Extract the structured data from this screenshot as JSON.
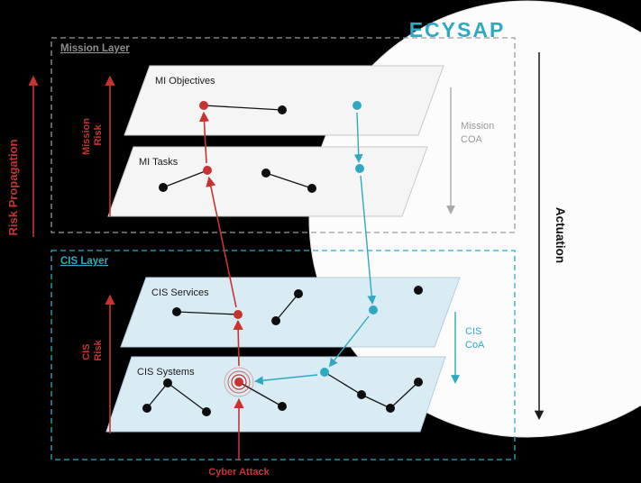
{
  "title": "ECYSAP",
  "colors": {
    "background": "#000000",
    "teal": "#2FA9C1",
    "red": "#C7342F",
    "gray": "#9A9A9A",
    "mission_plane": "#F5F5F5",
    "cis_plane": "#D9ECF4",
    "circle": "#FCFCFC"
  },
  "side_labels": {
    "risk_propagation": "Risk Propagation",
    "actuation": "Actuation",
    "mission_risk": [
      "Mission",
      "Risk"
    ],
    "cis_risk": [
      "CIS",
      "Risk"
    ],
    "mission_coa": [
      "Mission",
      "COA"
    ],
    "cis_coa": [
      "CIS",
      "CoA"
    ]
  },
  "layers": {
    "mission": {
      "label": "Mission Layer",
      "planes": {
        "objectives": "MI Objectives",
        "tasks": "MI Tasks"
      }
    },
    "cis": {
      "label": "CIS Layer",
      "planes": {
        "services": "CIS Services",
        "systems": "CIS Systems"
      }
    }
  },
  "attack": {
    "label": "Cyber Attack"
  }
}
